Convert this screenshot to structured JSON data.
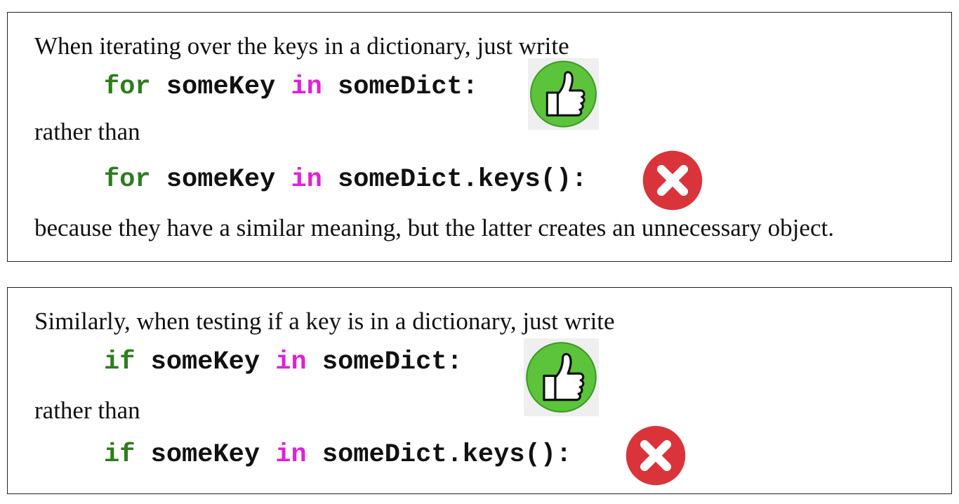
{
  "block1": {
    "intro": "When iterating over the keys in a dictionary, just write",
    "good_code": {
      "kw1": "for",
      "var": " someKey ",
      "kw2": "in",
      "rest": " someDict:"
    },
    "rather": "rather than",
    "bad_code": {
      "kw1": "for",
      "var": " someKey ",
      "kw2": "in",
      "rest": " someDict.keys():"
    },
    "reason": "because they have a similar meaning, but the latter creates an unnecessary object."
  },
  "block2": {
    "intro": "Similarly, when testing if a key is in a dictionary, just write",
    "good_code": {
      "kw1": "if",
      "var": " someKey ",
      "kw2": "in",
      "rest": " someDict:"
    },
    "rather": "rather than",
    "bad_code": {
      "kw1": "if",
      "var": " someKey ",
      "kw2": "in",
      "rest": " someDict.keys():"
    }
  },
  "icons": {
    "approve": "thumbs-up-icon",
    "reject": "x-mark-icon"
  },
  "colors": {
    "keyword_green": "#2e7d1f",
    "keyword_magenta": "#e020d8",
    "approve_green": "#5cc43a",
    "reject_red": "#d9343a"
  }
}
